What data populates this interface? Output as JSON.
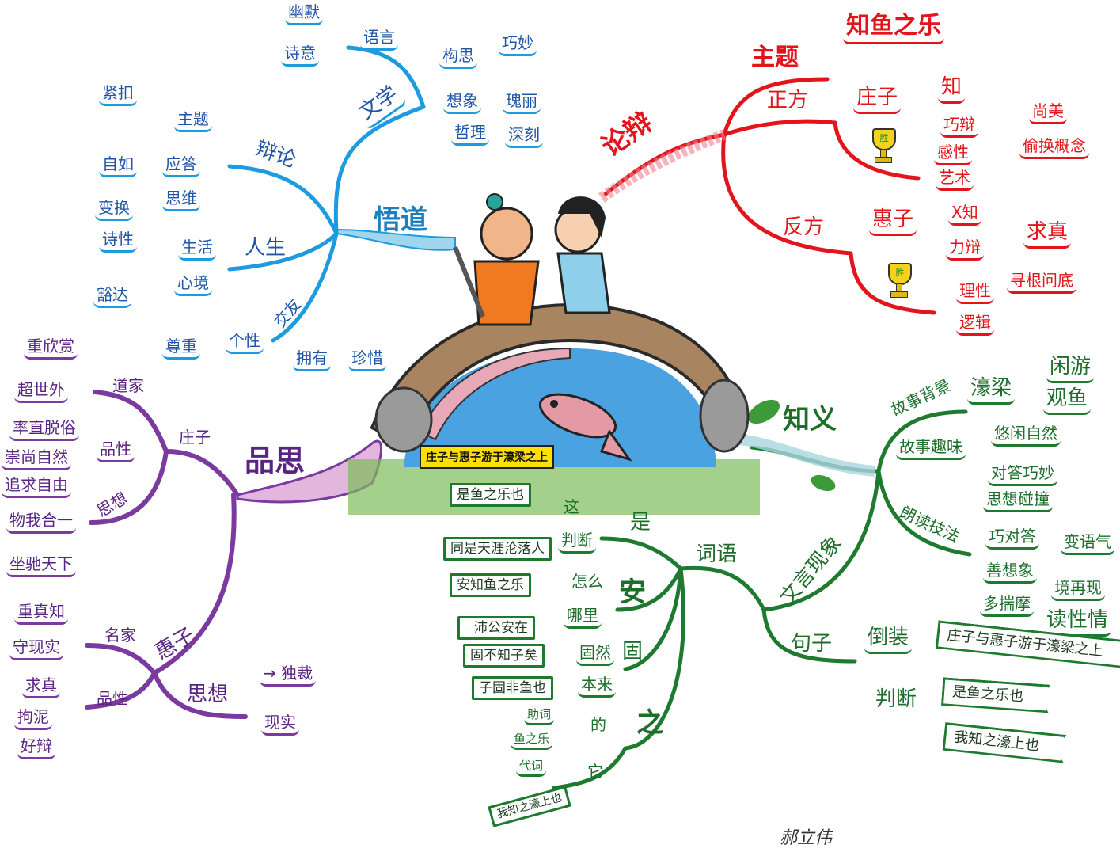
{
  "wudao": {
    "title": "悟道",
    "wenxue": {
      "label": "文学",
      "yuyan": "语言",
      "youmo": "幽默",
      "shiyi": "诗意",
      "gousi": "构思",
      "qiaomiao": "巧妙",
      "xiangxiang": "想象",
      "guili": "瑰丽",
      "zheli": "哲理",
      "shenke": "深刻"
    },
    "bianlun": {
      "label": "辩论",
      "zhuti": "主题",
      "jinkou": "紧扣",
      "yingda": "应答",
      "ziru": "自如",
      "siwei": "思维",
      "bianhuan": "变换"
    },
    "rensheng": {
      "label": "人生",
      "shenghuo": "生活",
      "shixing": "诗性",
      "xinjing": "心境",
      "huoda": "豁达"
    },
    "jiaoyou": {
      "label": "交友",
      "gexing": "个性",
      "zunzhong": "尊重",
      "yongyou": "拥有",
      "zhenxi": "珍惜"
    }
  },
  "lunbian": {
    "title": "论辩",
    "zhuti": "主题",
    "zhiyuzhile": "知鱼之乐",
    "zhengfang": "正方",
    "zhuangzi": "庄子",
    "zhi": "知",
    "qiaobian": "巧辩",
    "shangmei": "尚美",
    "touhuan": "偷换概念",
    "ganxing": "感性",
    "yishu": "艺术",
    "fanfang": "反方",
    "huizi": "惠子",
    "xzhi": "X知",
    "libian": "力辩",
    "qiuzhen": "求真",
    "xungen": "寻根问底",
    "lixing": "理性",
    "luoji": "逻辑",
    "trophy_label": "胜"
  },
  "pinsi": {
    "title": "品思",
    "zhuangzi": {
      "label": "庄子",
      "daojia": "道家",
      "zhongxinshang": "重欣赏",
      "chaoshiwai": "超世外",
      "pinxing": "品性",
      "shuaizhi": "率直脱俗",
      "chongshang": "崇尚自然",
      "zhuiqiu": "追求自由",
      "sixiang": "思想",
      "wuwo": "物我合一",
      "zuochi": "坐驰天下"
    },
    "huizi": {
      "label": "惠子",
      "mingjia": "名家",
      "zhongzhenzhi": "重真知",
      "shouxianshi": "守现实",
      "pinxing": "品性",
      "qiuzhen": "求真",
      "juni": "拘泥",
      "haobian": "好辩",
      "sixiang": "思想",
      "ducai": "→ 独裁",
      "xianshi": "现实"
    }
  },
  "zhiyi": {
    "title": "知义",
    "background": {
      "label": "故事背景",
      "haoliang": "濠梁",
      "xianyou": "闲游",
      "guanyu": "观鱼"
    },
    "quwei": {
      "label": "故事趣味",
      "a": "悠闲自然",
      "b": "对答巧妙",
      "c": "思想碰撞"
    },
    "langdu": {
      "label": "朗读技法",
      "a1": "巧对答",
      "a2": "变语气",
      "b1": "善想象",
      "b2": "境再现",
      "c1": "多揣摩",
      "c2": "读性情"
    },
    "wenyan": {
      "label": "文言现象",
      "juzi": {
        "label": "句子",
        "daozhuang": "倒装",
        "daozhuang_ex": "庄子与惠子游于濠梁之上",
        "panduan": "判断",
        "panduan_ex1": "是鱼之乐也",
        "panduan_ex2": "我知之濠上也"
      },
      "ciyu": {
        "label": "词语",
        "shi": "是",
        "zhe": "这",
        "shi_panduan": "判断",
        "shi_ex1": "是鱼之乐也",
        "shi_ex2": "同是天涯沦落人",
        "an": "安",
        "zenme": "怎么",
        "nali": "哪里",
        "an_ex1": "安知鱼之乐",
        "an_ex2": "沛公安在",
        "gu": "固",
        "guran": "固然",
        "benlai": "本来",
        "gu_ex1": "固不知子矣",
        "gu_ex2": "子固非鱼也",
        "zhi": "之",
        "de": "的",
        "ta": "它",
        "zhuci": "助词",
        "yuzhile": "鱼之乐",
        "daici": "代词",
        "zhi_ex": "我知之濠上也"
      }
    }
  },
  "illustration": {
    "banner": "庄子与惠子游于濠梁之上"
  },
  "signature": "郝立伟"
}
